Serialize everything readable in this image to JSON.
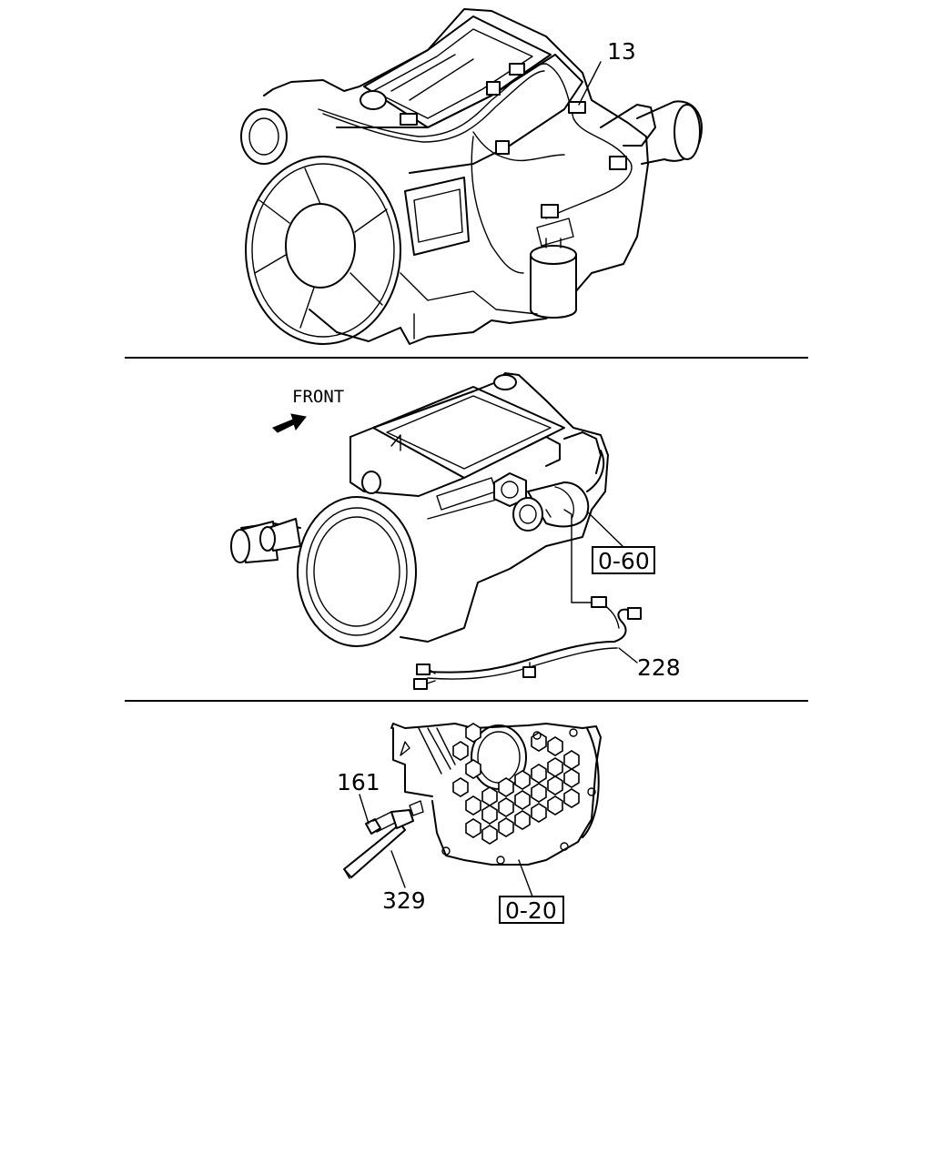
{
  "sections": [
    {
      "id": "top",
      "callouts": [
        {
          "text": "13",
          "boxed": false
        }
      ]
    },
    {
      "id": "middle",
      "orientation_label": "FRONT",
      "callouts": [
        {
          "text": "0-60",
          "boxed": true
        },
        {
          "text": "228",
          "boxed": false
        }
      ]
    },
    {
      "id": "bottom",
      "callouts": [
        {
          "text": "161",
          "boxed": false
        },
        {
          "text": "329",
          "boxed": false
        },
        {
          "text": "0-20",
          "boxed": true
        }
      ]
    }
  ],
  "colors": {
    "ink": "#000000",
    "paper": "#ffffff"
  }
}
